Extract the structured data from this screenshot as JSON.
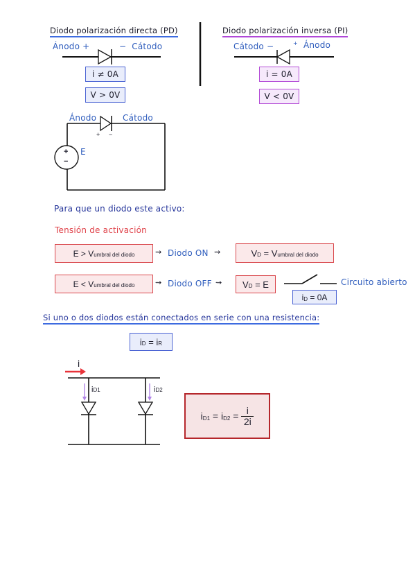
{
  "pd": {
    "title": "Diodo polarización directa (PD)",
    "anodo": "Ánodo",
    "catodo": "Cátodo",
    "plus": "+",
    "minus": "−",
    "i_cond": "i ≠ 0A",
    "v_cond": "V > 0V"
  },
  "pi": {
    "title": "Diodo polarización inversa (PI)",
    "catodo": "Cátodo",
    "anodo": "Ánodo",
    "minus": "−",
    "plus": "+",
    "i_cond": "i = 0A",
    "v_cond": "V < 0V"
  },
  "circuit": {
    "anodo": "Ánodo",
    "catodo": "Cátodo",
    "plus": "+",
    "minus": "−",
    "src_plus": "+",
    "src_minus": "−",
    "src_label": "E"
  },
  "activation": {
    "heading": "Para que un diodo este activo:",
    "subheading": "Tensión de activación",
    "row1": {
      "cond_main": "E > V",
      "cond_sub": "umbral del diodo",
      "arrow1": "⇝",
      "state": "Diodo ON",
      "arrow2": "⇝",
      "result_main": "V",
      "result_sub": "D",
      "result_rest": "= V",
      "result_rest_sub": "umbral del diodo"
    },
    "row2": {
      "cond_main": "E < V",
      "cond_sub": "umbral del diodo",
      "arrow1": "⇝",
      "state": "Diodo OFF",
      "arrow2": "⇝",
      "result_main": "V",
      "result_sub": "D",
      "result_rest": "= E",
      "open_label": "Circuito abierto",
      "current_main": "i",
      "current_sub": "D",
      "current_rest": "= 0A"
    }
  },
  "series": {
    "heading": "Si uno o dos diodos están conectados en serie con una resistencia:",
    "eq_main": "i",
    "eq_sub": "D",
    "eq_rest": "= i",
    "eq_rest_sub": "R"
  },
  "parallel": {
    "i_label": "i",
    "id1_main": "i",
    "id1_sub": "D1",
    "id2_main": "i",
    "id2_sub": "D2",
    "formula_left": "i",
    "formula_left_sub": "D1",
    "formula_mid": "= i",
    "formula_mid_sub": "D2",
    "formula_eq": "=",
    "frac_num": "i",
    "frac_den": "2i"
  },
  "colors": {
    "blue_text": "#2f5dbd",
    "red_text": "#e0444b",
    "blue_box": "#4a63d3",
    "purple_box": "#b34bd6",
    "red_box": "#d9474c",
    "arrow_purple": "#b084e6",
    "arrow_red": "#e8333a"
  }
}
